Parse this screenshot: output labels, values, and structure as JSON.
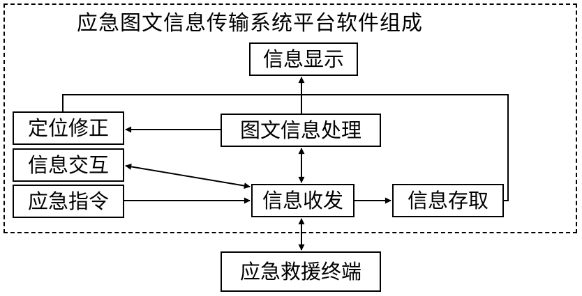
{
  "diagram": {
    "title": "应急图文信息传输系统平台软件组成",
    "boxes": {
      "display": "信息显示",
      "processing": "图文信息处理",
      "positioning": "定位修正",
      "interaction": "信息交互",
      "command": "应急指令",
      "transceiver": "信息收发",
      "storage": "信息存取",
      "terminal": "应急救援终端"
    }
  },
  "colors": {
    "stroke": "#000000",
    "background": "#ffffff"
  }
}
